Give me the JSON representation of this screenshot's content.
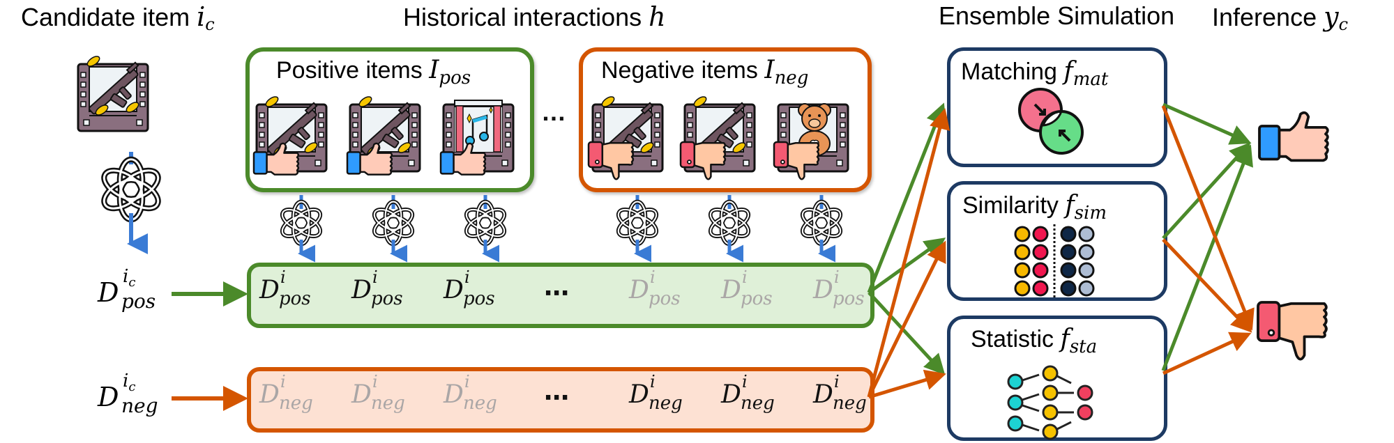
{
  "headings": {
    "candidate": {
      "text": "Candidate item ",
      "math": "i",
      "sub": "c"
    },
    "history": {
      "text": "Historical interactions ",
      "math": "h"
    },
    "ensemble": {
      "text": "Ensemble Simulation"
    },
    "inference": {
      "text": "Inference ",
      "math": "y",
      "sub": "c"
    }
  },
  "positive_group": {
    "title": "Positive items ",
    "math": "I",
    "sub": "pos",
    "items": [
      "rifle-movie-icon",
      "rifle-movie-icon",
      "music-movie-icon"
    ],
    "feedback": "thumbs-up"
  },
  "negative_group": {
    "title": "Negative items ",
    "math": "I",
    "sub": "neg",
    "items": [
      "rifle-movie-icon",
      "rifle-movie-icon",
      "teddy-bear-movie-icon"
    ],
    "feedback": "thumbs-down"
  },
  "separator": "…",
  "candidate_inputs": {
    "pos": {
      "base": "D",
      "sup": "i",
      "sup_sub": "c",
      "sub": "pos"
    },
    "neg": {
      "base": "D",
      "sup": "i",
      "sup_sub": "c",
      "sub": "neg"
    }
  },
  "pos_descriptions": {
    "ellipsis": "⋯",
    "items": [
      {
        "base": "D",
        "sup": "i",
        "sub": "pos",
        "state": "active"
      },
      {
        "base": "D",
        "sup": "i",
        "sub": "pos",
        "state": "active"
      },
      {
        "base": "D",
        "sup": "i",
        "sub": "pos",
        "state": "active"
      },
      {
        "base": "D",
        "sup": "i",
        "sub": "pos",
        "state": "faded"
      },
      {
        "base": "D",
        "sup": "i",
        "sub": "pos",
        "state": "faded"
      },
      {
        "base": "D",
        "sup": "i",
        "sub": "pos",
        "state": "faded"
      }
    ]
  },
  "neg_descriptions": {
    "ellipsis": "⋯",
    "items": [
      {
        "base": "D",
        "sup": "i",
        "sub": "neg",
        "state": "faded"
      },
      {
        "base": "D",
        "sup": "i",
        "sub": "neg",
        "state": "faded"
      },
      {
        "base": "D",
        "sup": "i",
        "sub": "neg",
        "state": "faded"
      },
      {
        "base": "D",
        "sup": "i",
        "sub": "neg",
        "state": "active"
      },
      {
        "base": "D",
        "sup": "i",
        "sub": "neg",
        "state": "active"
      },
      {
        "base": "D",
        "sup": "i",
        "sub": "neg",
        "state": "active"
      }
    ]
  },
  "simulators": [
    {
      "name": "Matching ",
      "math": "f",
      "sub": "mat",
      "icon": "venn-match-icon"
    },
    {
      "name": "Similarity ",
      "math": "f",
      "sub": "sim",
      "icon": "dot-grid-compare-icon"
    },
    {
      "name": "Statistic ",
      "math": "f",
      "sub": "sta",
      "icon": "node-flow-icon"
    }
  ],
  "outputs": [
    "thumbs-up",
    "thumbs-down"
  ],
  "colors": {
    "positive": "#4b8a2a",
    "negative": "#d45500",
    "pos_fill": "#dff0d8",
    "neg_fill": "#fde1d3",
    "llm_arrow": "#3a7bd5",
    "sim_border": "#1d3a63",
    "faded_text": "#aaa6a6"
  }
}
